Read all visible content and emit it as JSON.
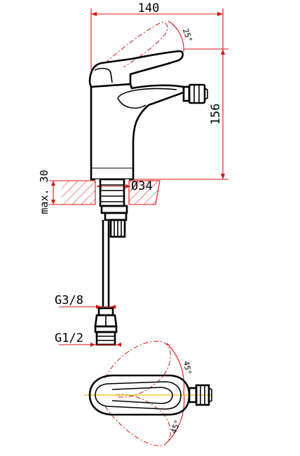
{
  "dimensions": {
    "width_total": "140",
    "height_total": "156",
    "lever_angle_front": "25°",
    "deck_max": "max. 30",
    "body_diameter": "Ø34",
    "thread_upper": "G3/8",
    "thread_lower": "G1/2",
    "lever_angle_top_right": "45°",
    "lever_angle_top_left": "45°"
  },
  "colors": {
    "outline": "#000000",
    "hidden_lines": "#dd1111",
    "axis_line": "#e6c200"
  }
}
